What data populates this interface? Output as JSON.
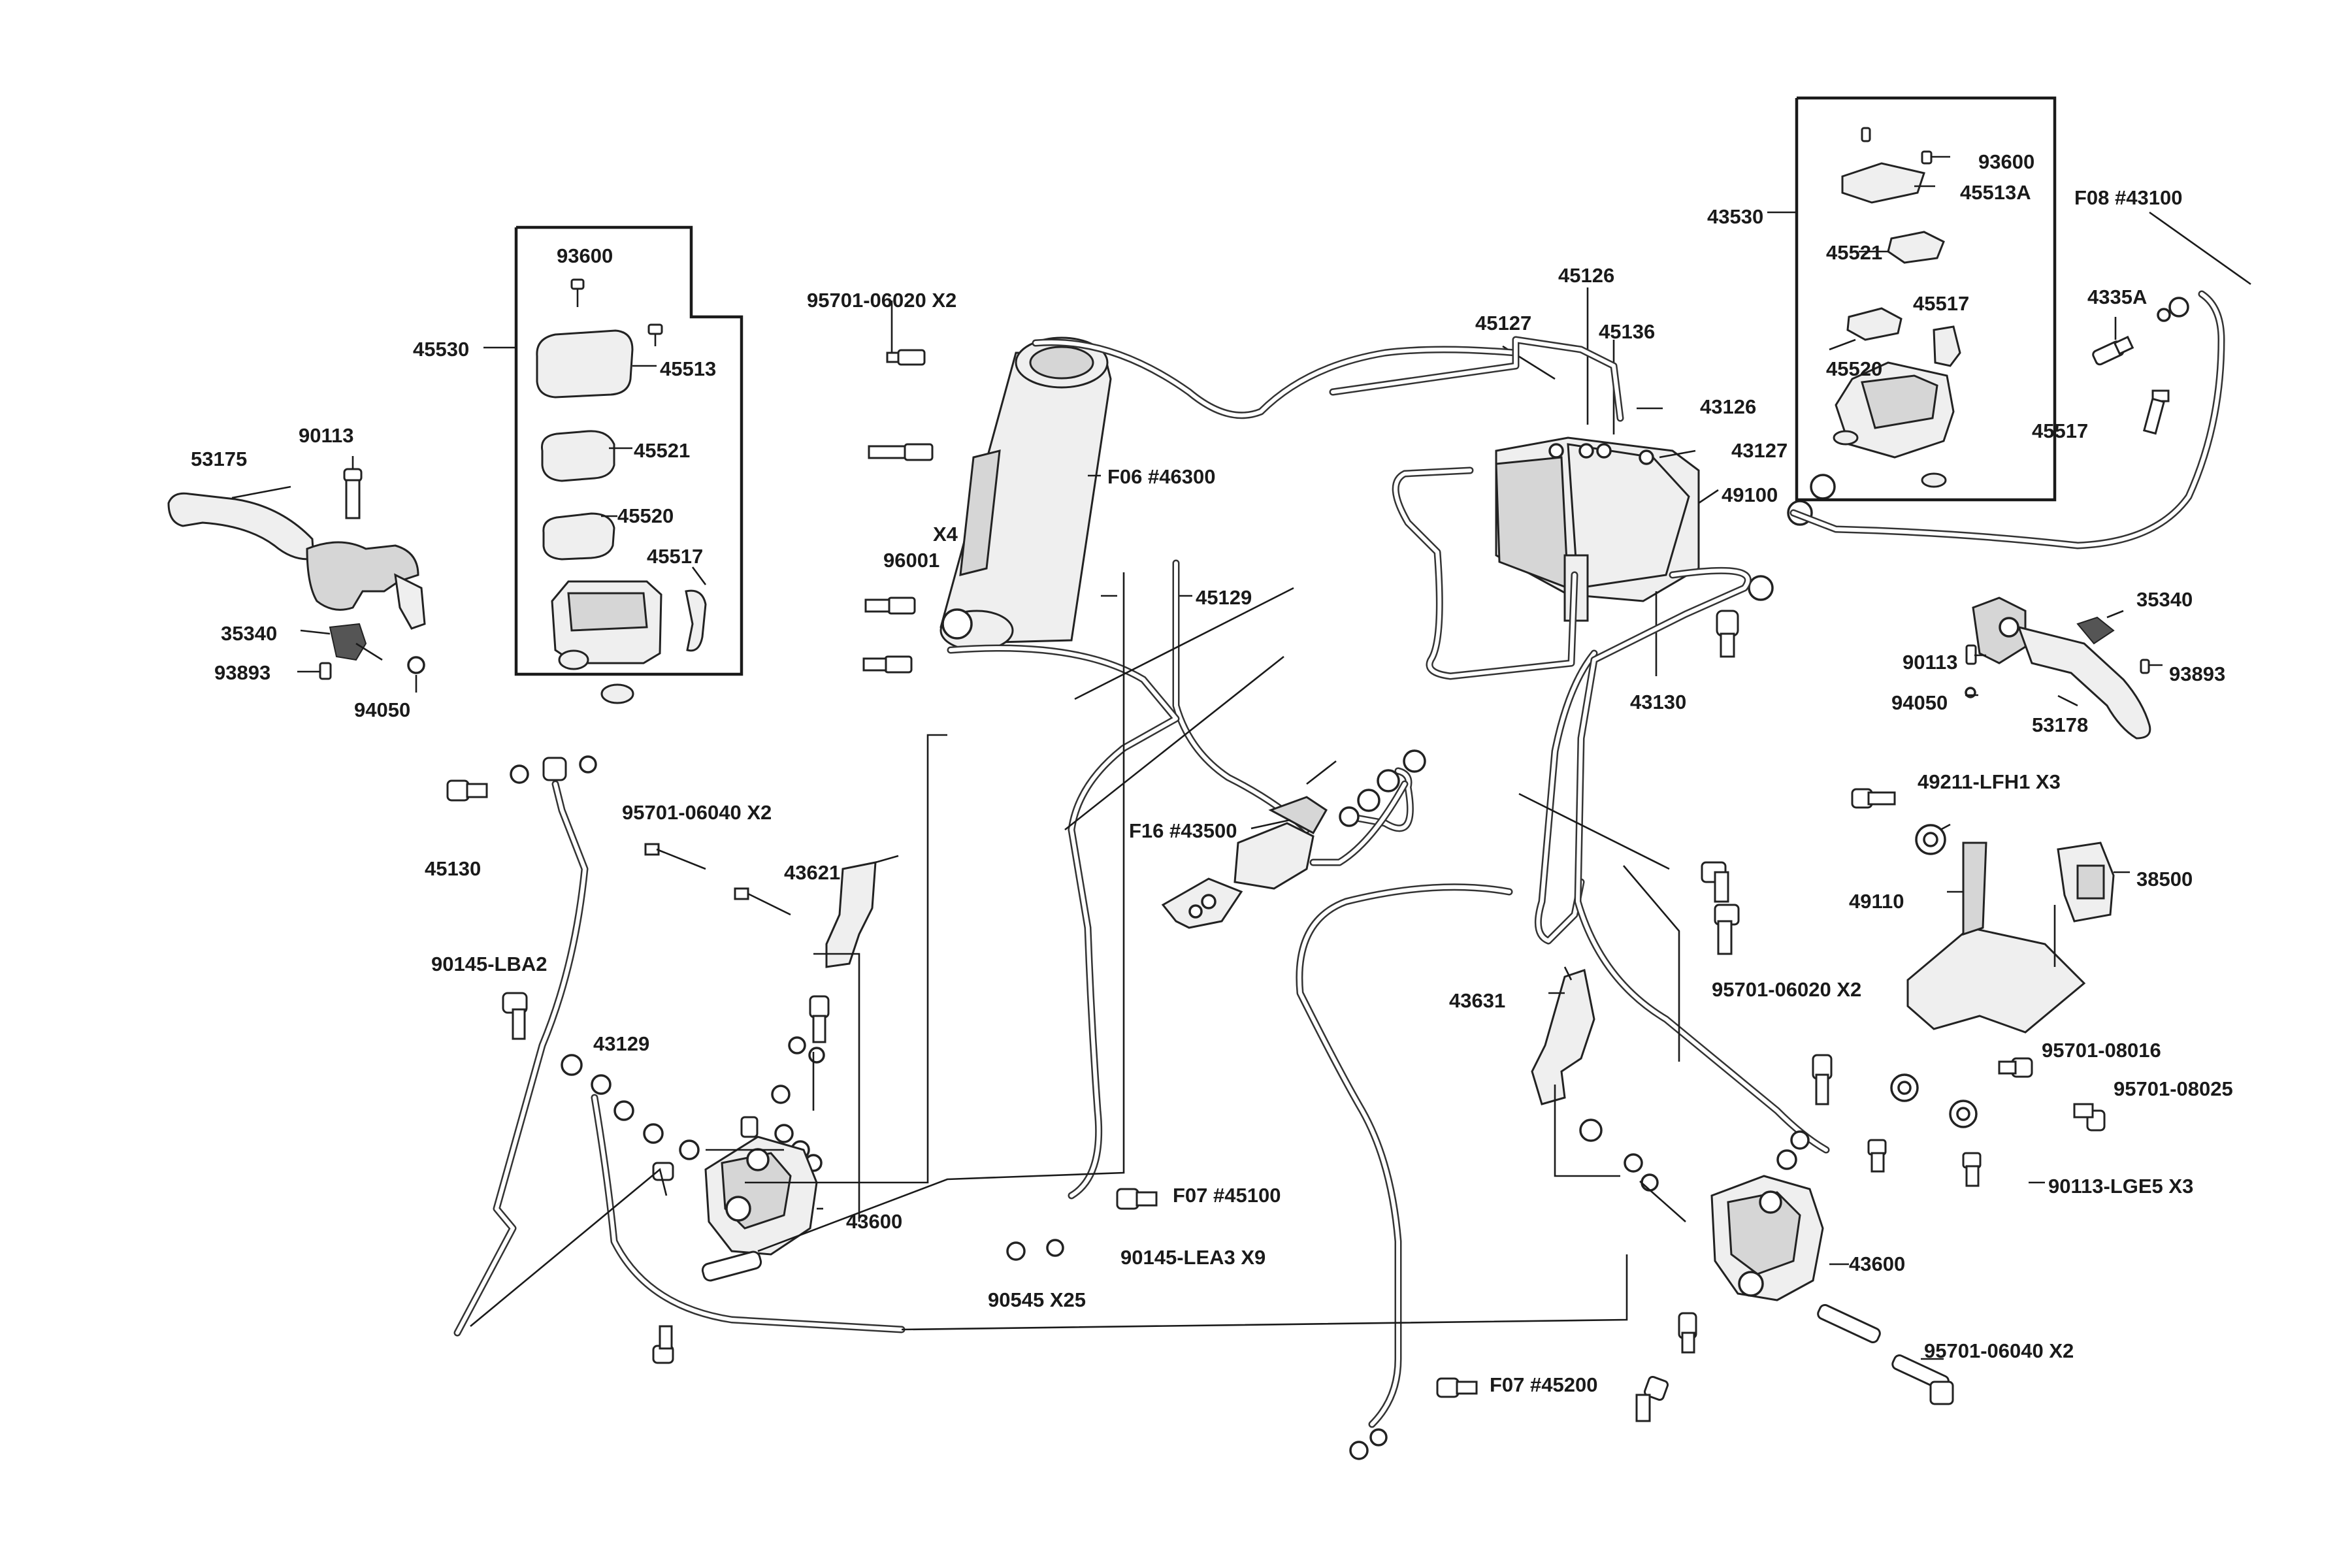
{
  "labels": {
    "l_45530": "45530",
    "l_93600_a": "93600",
    "l_45513": "45513",
    "l_45521_a": "45521",
    "l_45520_a": "45520",
    "l_45517_a": "45517",
    "l_53175": "53175",
    "l_90113_a": "90113",
    "l_35340_a": "35340",
    "l_93893_a": "93893",
    "l_94050_a": "94050",
    "l_95701_06020_x2_a": "95701-06020 X2",
    "l_f06": "F06 #46300",
    "l_x4": "X4",
    "l_96001": "96001",
    "l_45129": "45129",
    "l_45127": "45127",
    "l_45126": "45126",
    "l_45136": "45136",
    "l_43126": "43126",
    "l_43127": "43127",
    "l_49100": "49100",
    "l_43130": "43130",
    "l_43530": "43530",
    "l_93600_b": "93600",
    "l_45513a": "45513A",
    "l_45521_b": "45521",
    "l_45517_b": "45517",
    "l_45520_b": "45520",
    "l_f08": "F08 #43100",
    "l_4335a": "4335A",
    "l_45517_c": "45517",
    "l_35340_b": "35340",
    "l_90113_b": "90113",
    "l_93893_b": "93893",
    "l_94050_b": "94050",
    "l_53178": "53178",
    "l_45130": "45130",
    "l_95701_06040_x2_a": "95701-06040 X2",
    "l_43621": "43621",
    "l_90145_lba2": "90145-LBA2",
    "l_43129": "43129",
    "l_43600_a": "43600",
    "l_f16": "F16 #43500",
    "l_49211": "49211-LFH1 X3",
    "l_38500": "38500",
    "l_49110": "49110",
    "l_95701_06020_x2_b": "95701-06020 X2",
    "l_43631": "43631",
    "l_95701_08016": "95701-08016",
    "l_95701_08025": "95701-08025",
    "l_90113_lge5": "90113-LGE5 X3",
    "l_f07_45100": "F07 #45100",
    "l_90145_lea3": "90145-LEA3  X9",
    "l_90545": "90545  X25",
    "l_43600_b": "43600",
    "l_95701_06040_x2_b": "95701-06040 X2",
    "l_f07_45200": "F07 #45200"
  }
}
